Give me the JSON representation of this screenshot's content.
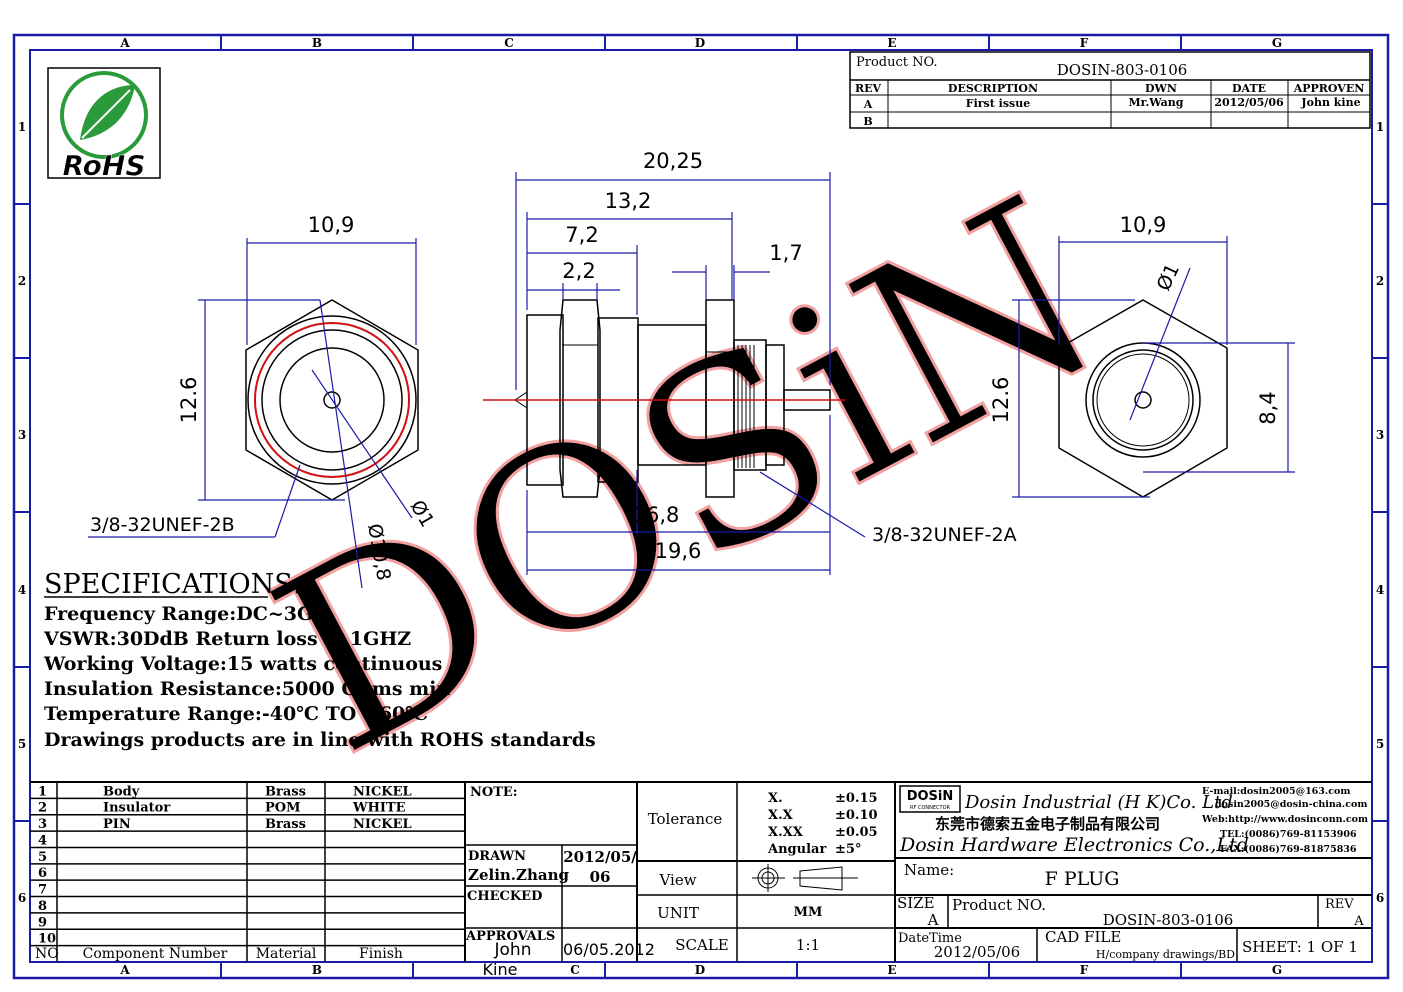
{
  "frame": {
    "columns": [
      "A",
      "B",
      "C",
      "D",
      "E",
      "F",
      "G"
    ],
    "rows": [
      "1",
      "2",
      "3",
      "4",
      "5",
      "6"
    ]
  },
  "logo": {
    "text": "RoHS"
  },
  "watermark": "DOSiN",
  "revision_block": {
    "product_no_label": "Product NO.",
    "product_no": "DOSIN-803-0106",
    "headers": [
      "REV",
      "DESCRIPTION",
      "DWN",
      "DATE",
      "APPROVEN"
    ],
    "rows": [
      [
        "A",
        "First issue",
        "Mr.Wang",
        "2012/05/06",
        "John kine"
      ],
      [
        "B",
        "",
        "",
        "",
        ""
      ]
    ]
  },
  "dimensions": {
    "front_width": "10,9",
    "front_height": "12.6",
    "front_thread": "3/8-32UNEF-2B",
    "front_dia_small": "Ø1",
    "front_dia_large": "Ø10,8",
    "side_total": "20,25",
    "side_13": "13,2",
    "side_7": "7,2",
    "side_2": "2,2",
    "side_1_7": "1,7",
    "side_16_8": "16,8",
    "side_19_6": "19,6",
    "side_thread": "3/8-32UNEF-2A",
    "back_width": "10,9",
    "back_height": "12.6",
    "back_dia": "Ø1",
    "back_inner": "8,4"
  },
  "specifications": {
    "title": "SPECIFICATIONS:",
    "lines": [
      "Frequency Range:DC~3G",
      "VSWR:30DdB Return loss @ 1GHZ",
      "Working Voltage:15 watts continuous",
      "Insulation Resistance:5000 Ohms min",
      "Temperature Range:-40℃ TO +60℃",
      "Drawings products are in line with ROHS standards"
    ]
  },
  "parts_table": {
    "headers": [
      "NO",
      "Component Number",
      "Material",
      "Finish"
    ],
    "rows": [
      [
        "1",
        "Body",
        "Brass",
        "NICKEL"
      ],
      [
        "2",
        "Insulator",
        "POM",
        "WHITE"
      ],
      [
        "3",
        "PIN",
        "Brass",
        "NICKEL"
      ],
      [
        "4",
        "",
        "",
        ""
      ],
      [
        "5",
        "",
        "",
        ""
      ],
      [
        "6",
        "",
        "",
        ""
      ],
      [
        "7",
        "",
        "",
        ""
      ],
      [
        "8",
        "",
        "",
        ""
      ],
      [
        "9",
        "",
        "",
        ""
      ],
      [
        "10",
        "",
        "",
        ""
      ]
    ]
  },
  "notes_block": {
    "note_label": "NOTE:",
    "drawn_label": "DRAWN",
    "drawn_by": "Zelin.Zhang",
    "drawn_date_1": "2012/05/",
    "drawn_date_2": "06",
    "checked_label": "CHECKED",
    "approvals_label": "APPROVALS",
    "approved_by_1": "John",
    "approved_by_2": "Kine",
    "approved_date": "06/05.2012"
  },
  "spec_block": {
    "tolerance_label": "Tolerance",
    "tolerances": [
      [
        "X.",
        "±0.15"
      ],
      [
        "X.X",
        "±0.10"
      ],
      [
        "X.XX",
        "±0.05"
      ],
      [
        "Angular",
        "±5°"
      ]
    ],
    "view_label": "View",
    "unit_label": "UNIT",
    "unit": "MM",
    "scale_label": "SCALE",
    "scale": "1:1"
  },
  "company": {
    "badge": "DOSiN",
    "badge_sub": "RF CONNECTOR",
    "name_en_1": "Dosin Industrial (H K)Co. Ltd",
    "name_cn": "东莞市德索五金电子制品有限公司",
    "name_en_2": "Dosin Hardware Electronics Co.,Ltd",
    "email_1": "E-mail:dosin2005@163.com",
    "email_2": "dosin2005@dosin-china.com",
    "web": "Web:http://www.dosinconn.com",
    "tel": "TEL:(0086)769-81153906",
    "fax": "FAX:(0086)769-81875836",
    "brand_color": "#1a3fb0",
    "cn_color": "#e0208a"
  },
  "title_block": {
    "name_label": "Name:",
    "name": "F PLUG",
    "size_label": "SIZE",
    "size": "A",
    "product_no_label": "Product NO.",
    "product_no": "DOSIN-803-0106",
    "rev_label": "REV",
    "rev": "A",
    "datetime_label": "DateTime",
    "datetime": "2012/05/06",
    "cad_label": "CAD FILE",
    "cad_path": "H/company drawings/BD",
    "sheet": "SHEET: 1 OF 1"
  }
}
